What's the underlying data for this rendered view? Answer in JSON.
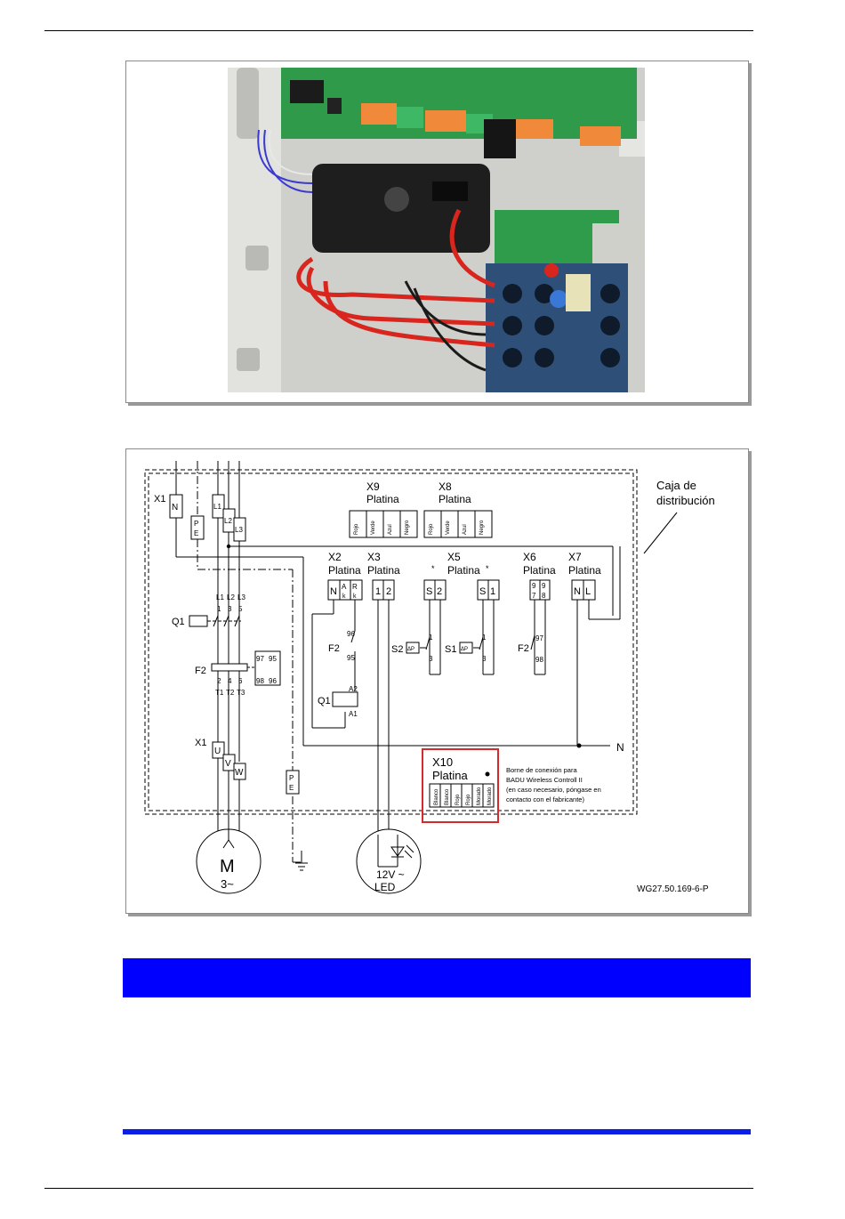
{
  "figure_photo": {
    "alt": "Caja de distribución abierta con platina, contactor y relé térmico",
    "colors": {
      "housing": "#d9d9d6",
      "board": "#2e9a4a",
      "terminal": "#f08a3a",
      "relay": "#3a5f8a",
      "wire": "#d8261e"
    }
  },
  "diagram": {
    "caja_label_1": "Caja de",
    "caja_label_2": "distribución",
    "x1_top": "X1",
    "n_top": "N",
    "pe_top": "P\nE",
    "l1": "L1",
    "l2": "L2",
    "l3": "L3",
    "x9": "X9",
    "x8": "X8",
    "platina": "Platina",
    "x9_cells": [
      "Rojo",
      "Verde",
      "Azul",
      "Negro"
    ],
    "x8_cells": [
      "Rojo",
      "Verde",
      "Azul",
      "Negro"
    ],
    "x2": "X2",
    "x3": "X3",
    "x5": "X5",
    "x6": "X6",
    "x7": "X7",
    "x2_cells": [
      "N",
      "A k",
      "R k"
    ],
    "x3_cells": [
      "1",
      "2"
    ],
    "x5_cells_a": [
      "S",
      "2"
    ],
    "x5_cells_b": [
      "S",
      "1"
    ],
    "x6_cells": [
      "9 7",
      "9 8"
    ],
    "x7_cells": [
      "N",
      "L"
    ],
    "contactor_pins_top": [
      "L1",
      "L2",
      "L3"
    ],
    "contactor_pins_num": [
      "1",
      "3",
      "5"
    ],
    "q1": "Q1",
    "f2": "F2",
    "f2_pins_top": [
      "2",
      "4",
      "6"
    ],
    "f2_pins_t": [
      "T1",
      "T2",
      "T3"
    ],
    "aux_97": "97",
    "aux_95": "95",
    "aux_98": "98",
    "aux_96": "96",
    "x1_bottom": "X1",
    "u": "U",
    "v": "V",
    "w": "W",
    "pe_bottom": "P\nE",
    "f2_coil_96": "96",
    "f2_coil_95": "95",
    "f2_coil_label": "F2",
    "q1_coil": "Q1",
    "a2": "A2",
    "a1": "A1",
    "s2": "S2",
    "s1": "S1",
    "dp": "ΔP",
    "s_pin_1": "1",
    "s_pin_3": "3",
    "f2b_label": "F2",
    "f2b_97": "97",
    "f2b_98": "98",
    "n_right": "N",
    "x10": "X10",
    "x10_cells": [
      "Blanco",
      "Blanco",
      "Rojo",
      "Rojo",
      "Morado",
      "Morado"
    ],
    "note_1": "Borne de conexión para",
    "note_2": "BADU Wireless Controll II",
    "note_3": "(en caso necesario, póngase en",
    "note_4": "contacto con el fabricante)",
    "motor_m": "M",
    "motor_phase": "3~",
    "led_1": "12V ~",
    "led_2": "LED",
    "ref": "WG27.50.169-6-P"
  },
  "colors": {
    "blue_bar": "#0000ff",
    "blue_rule": "#0a1ee8",
    "x10_box": "#d42a2a"
  }
}
